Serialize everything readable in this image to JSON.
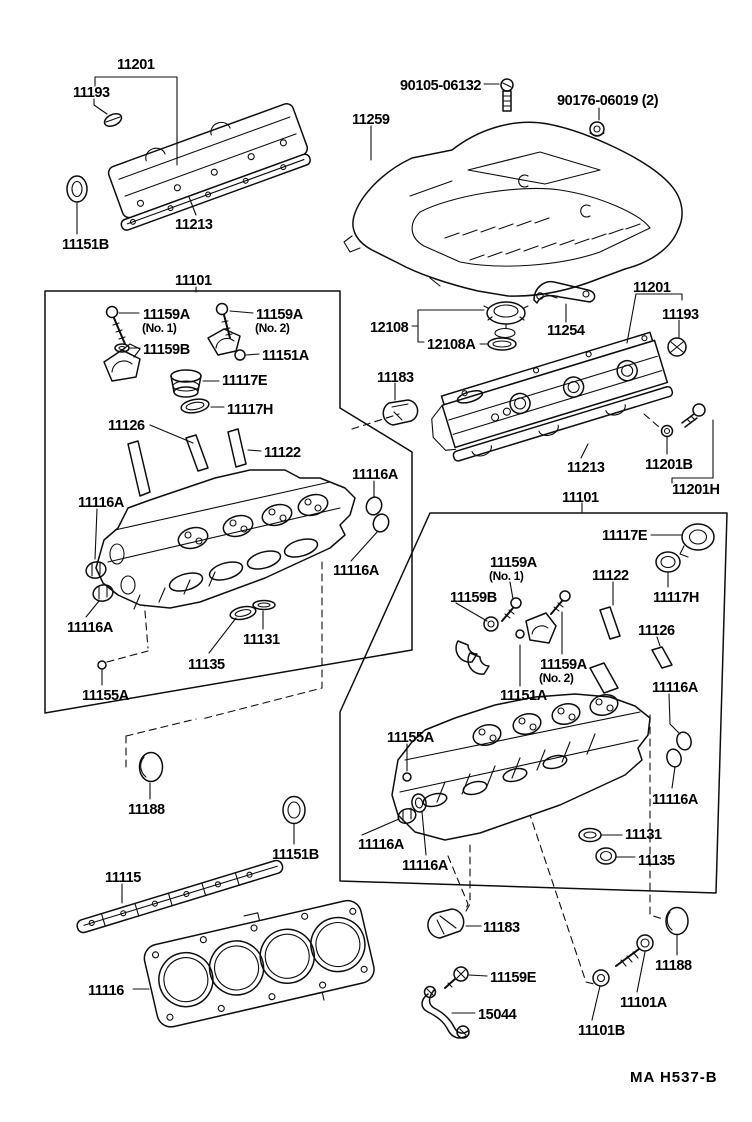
{
  "diagram": {
    "title_code": "MA  H537-B",
    "parts": {
      "p11201": "11201",
      "p11193": "11193",
      "p11213": "11213",
      "p11151B": "11151B",
      "p11259": "11259",
      "p90105": "90105-06132",
      "p90176": "90176-06019 (2)",
      "p11101": "11101",
      "p11159A": "11159A",
      "no1": "(No. 1)",
      "no2": "(No. 2)",
      "p11159B": "11159B",
      "p11151A": "11151A",
      "p11117E": "11117E",
      "p11117H": "11117H",
      "p11126": "11126",
      "p11122": "11122",
      "p11116A": "11116A",
      "p11131": "11131",
      "p11135": "11135",
      "p11155A": "11155A",
      "p12108": "12108",
      "p12108A": "12108A",
      "p11254": "11254",
      "p11183": "11183",
      "p11201B": "11201B",
      "p11201H": "11201H",
      "p11188": "11188",
      "p11115": "11115",
      "p11116": "11116",
      "p11159E": "11159E",
      "p15044": "15044",
      "p11101A": "11101A",
      "p11101B": "11101B"
    }
  }
}
